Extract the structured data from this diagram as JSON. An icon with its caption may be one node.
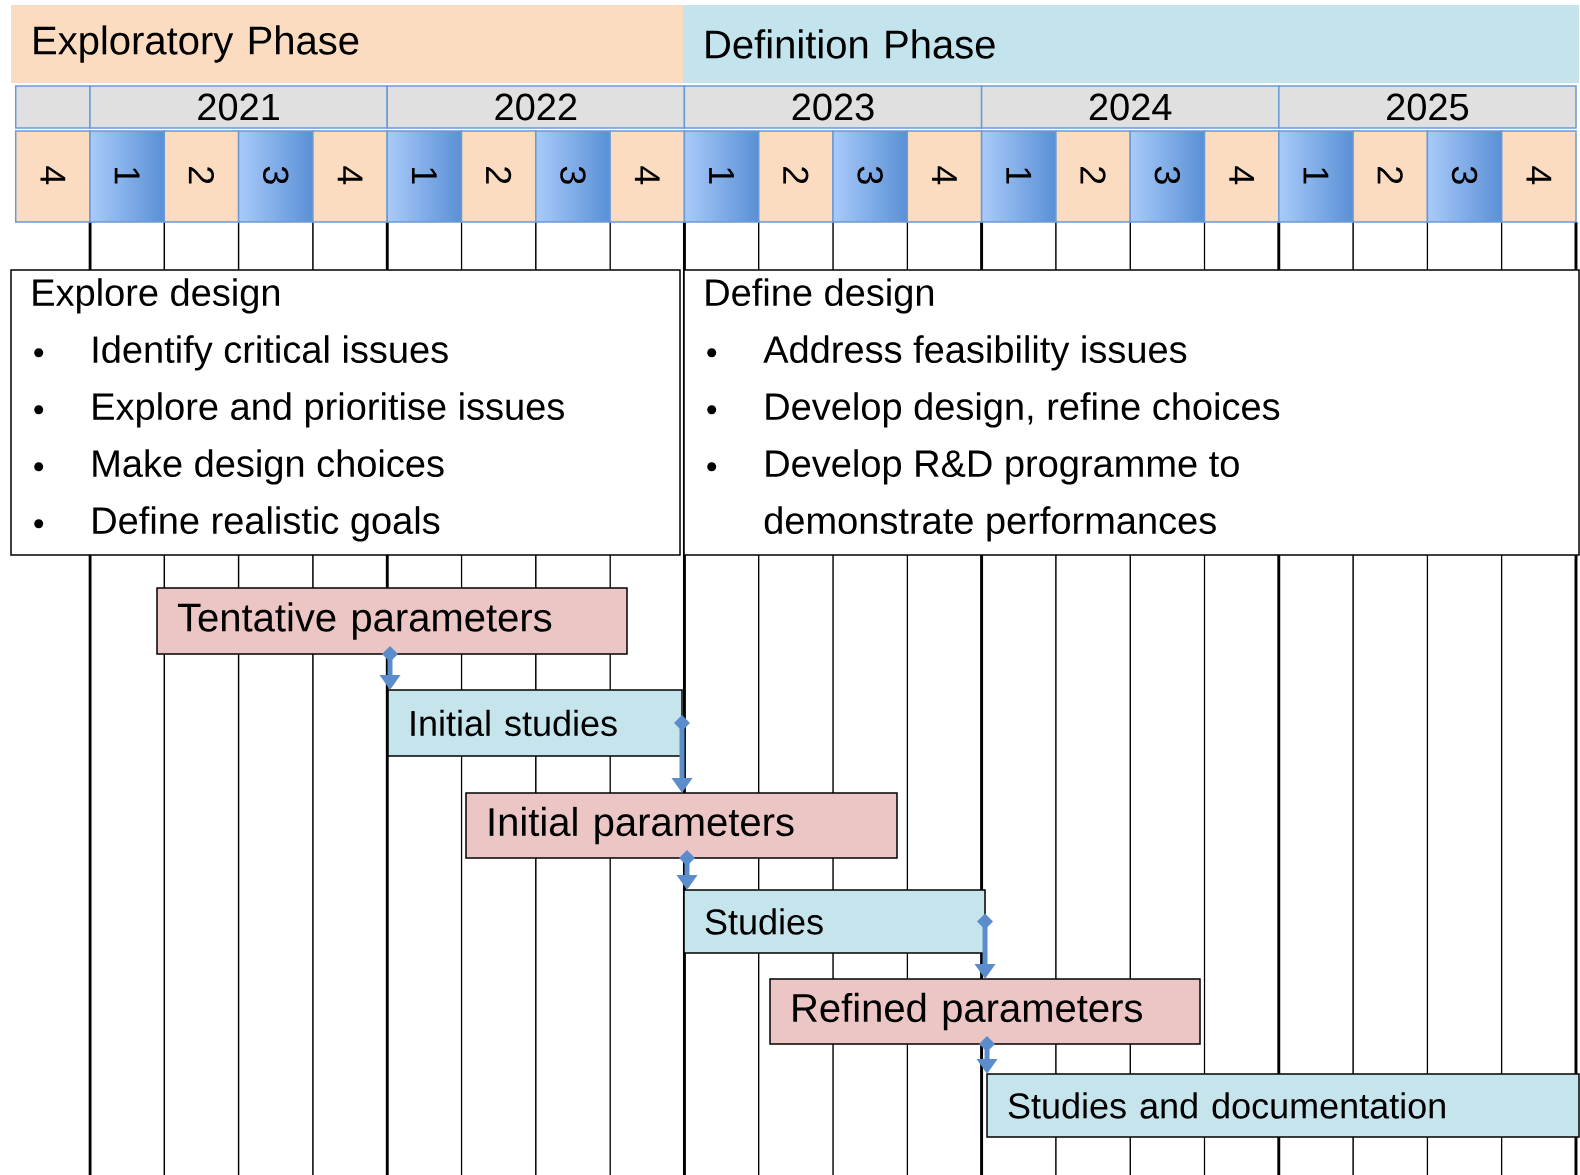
{
  "diagram": {
    "nodes": [
      {
        "text": [
          "Exploratory Phase"
        ]
      },
      {
        "text": [
          "Definition Phase"
        ]
      },
      {
        "text": [],
        "shape": "box"
      },
      {
        "text": [
          "2021"
        ]
      },
      {
        "text": [
          "2022"
        ]
      },
      {
        "text": [
          "2023"
        ]
      },
      {
        "text": [
          "2024"
        ]
      },
      {
        "text": [
          "2025"
        ]
      },
      {
        "text": [
          "4"
        ]
      },
      {
        "text": [
          "1"
        ]
      },
      {
        "text": [
          "2"
        ]
      },
      {
        "text": [
          "3"
        ]
      },
      {
        "text": [
          "4"
        ]
      },
      {
        "text": [
          "1"
        ]
      },
      {
        "text": [
          "2"
        ]
      },
      {
        "text": [
          "3"
        ]
      },
      {
        "text": [
          "4"
        ]
      },
      {
        "text": [
          "1"
        ]
      },
      {
        "text": [
          "2"
        ]
      },
      {
        "text": [
          "3"
        ]
      },
      {
        "text": [
          "4"
        ]
      },
      {
        "text": [
          "1"
        ]
      },
      {
        "text": [
          "2"
        ]
      },
      {
        "text": [
          "3"
        ]
      },
      {
        "text": [
          "4"
        ]
      },
      {
        "text": [
          "1"
        ]
      },
      {
        "text": [
          "2"
        ]
      },
      {
        "text": [
          "3"
        ]
      },
      {
        "text": [
          "4"
        ]
      },
      {
        "text": [
          "Explore design",
          "Identify critical issues",
          "Explore and prioritise issues",
          "Make design choices",
          "Define realistic goals"
        ]
      },
      {
        "text": [
          "Define design",
          "Address feasibility issues",
          "Develop design, refine choices",
          "Develop R&D programme to demonstrate performances"
        ]
      },
      {
        "text": [
          "Tentative parameters"
        ]
      },
      {
        "text": [
          "Initial studies"
        ]
      },
      {
        "text": [
          "Initial parameters"
        ]
      },
      {
        "text": [
          "Studies"
        ]
      },
      {
        "text": [
          "Refined parameters"
        ]
      },
      {
        "text": [
          "Studies and documentation"
        ]
      }
    ],
    "edges": [
      {
        "from": 31,
        "to": 32,
        "arrow": "to"
      },
      {
        "from": 32,
        "to": 33,
        "arrow": "to"
      },
      {
        "from": 33,
        "to": 34,
        "arrow": "to"
      },
      {
        "from": 34,
        "to": 35,
        "arrow": "to"
      },
      {
        "from": 35,
        "to": 36,
        "arrow": "to"
      }
    ]
  }
}
